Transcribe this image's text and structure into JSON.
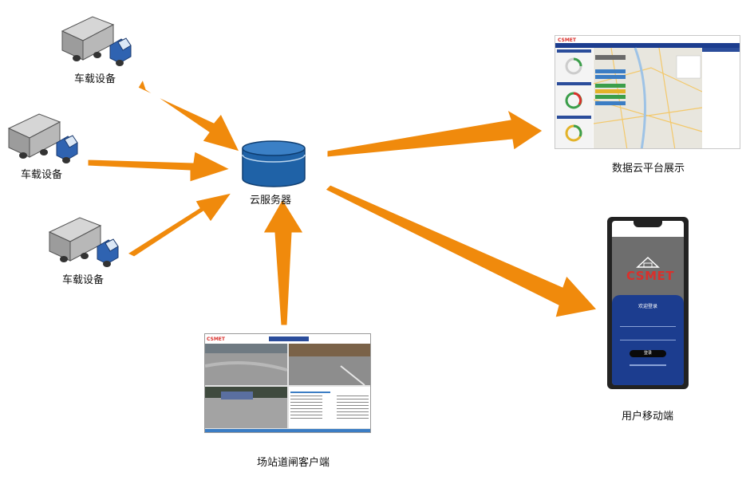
{
  "labels": {
    "truck_1": "车载设备",
    "truck_2": "车载设备",
    "truck_3": "车载设备",
    "server": "云服务器",
    "cloud_platform": "数据云平台展示",
    "mobile": "用户移动端",
    "gate_client": "场站道闸客户端"
  },
  "cloud_screenshot": {
    "logo": "CSMET"
  },
  "gate_screenshot": {
    "logo": "CSMET"
  },
  "phone_screenshot": {
    "logo": "CSMET",
    "welcome": "欢迎登录",
    "login_button": "登录"
  },
  "colors": {
    "arrow": "#f08a0c",
    "server": "#1f62a7",
    "truck_cab": "#2f63b1",
    "phone_panel": "#1c3d8f"
  }
}
